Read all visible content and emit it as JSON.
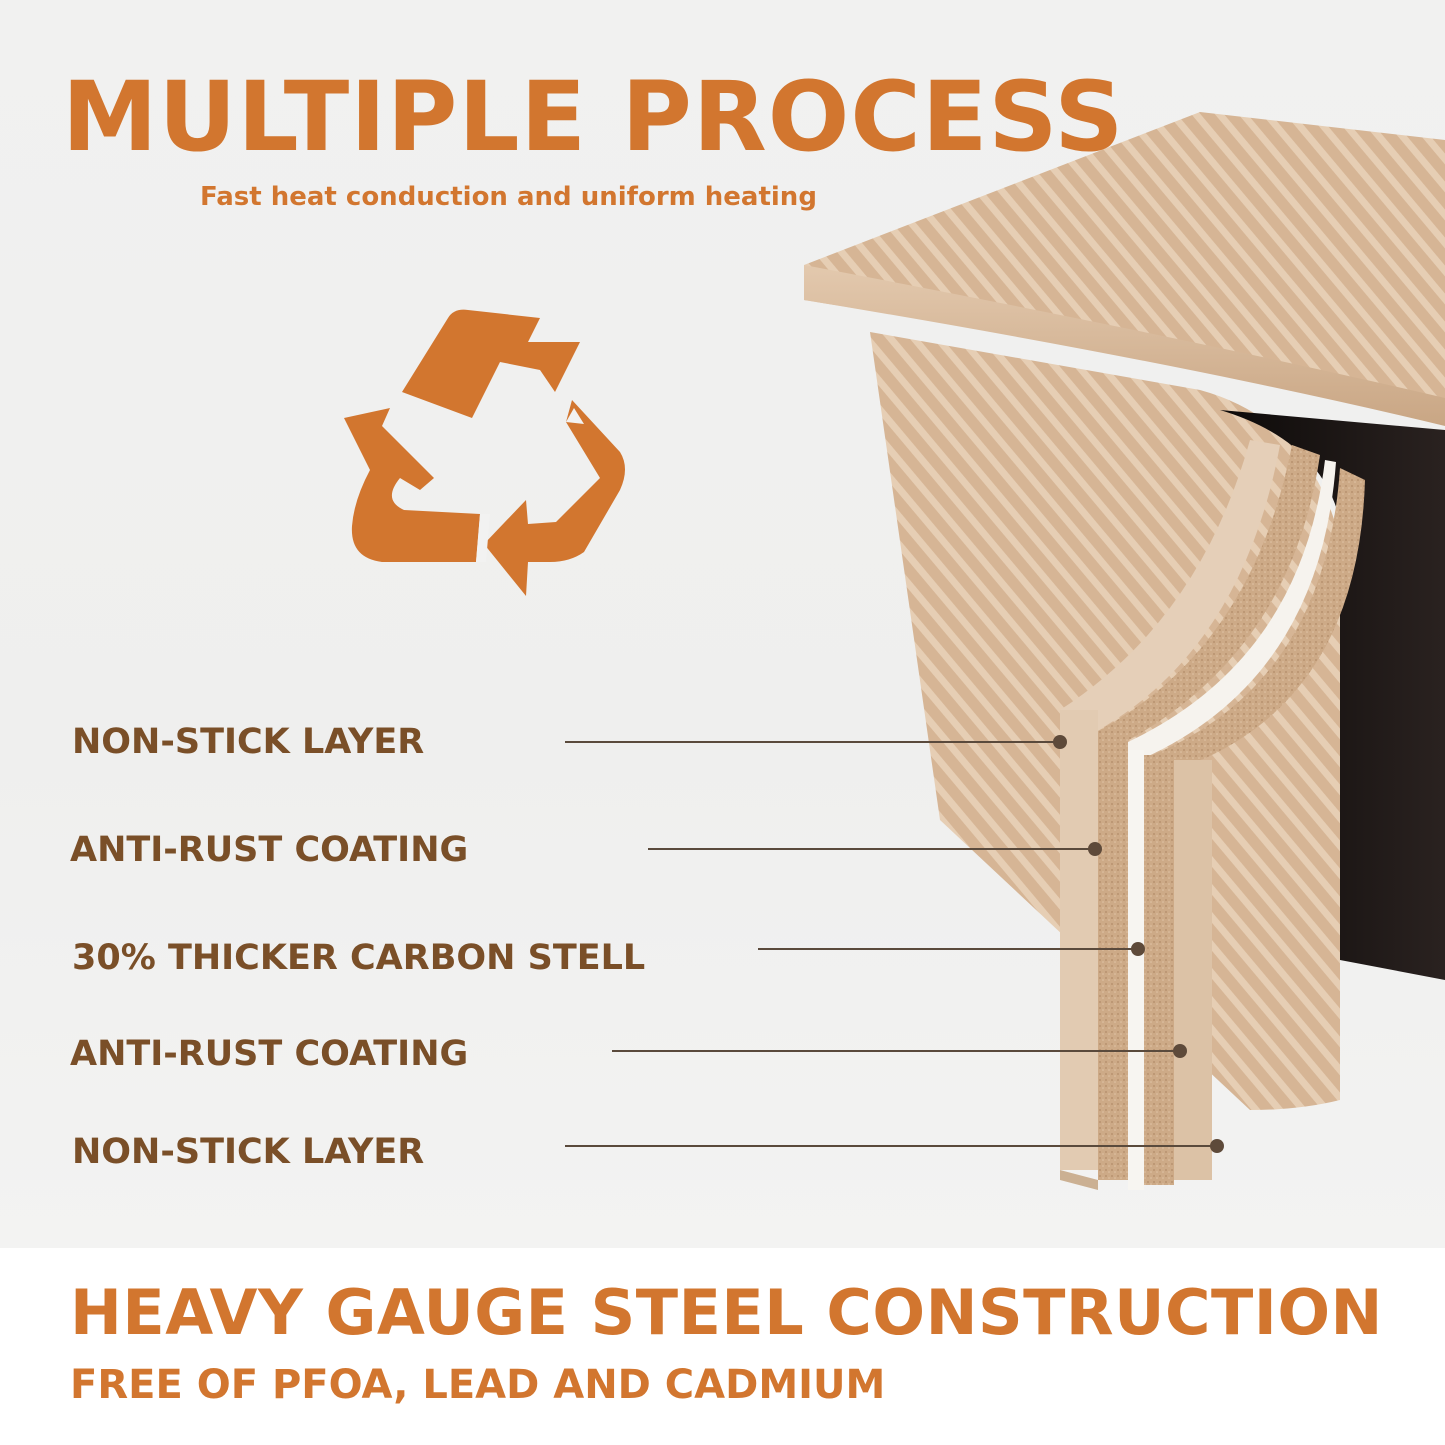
{
  "header": {
    "title": "MULTIPLE PROCESS",
    "subtitle": "Fast heat conduction and uniform heating"
  },
  "icons": {
    "recycle": "recycle-icon"
  },
  "layers": [
    {
      "label": "NON-STICK LAYER"
    },
    {
      "label": "ANTI-RUST COATING"
    },
    {
      "label": "30% THICKER CARBON STELL"
    },
    {
      "label": "ANTI-RUST COATING"
    },
    {
      "label": "NON-STICK LAYER"
    }
  ],
  "footer": {
    "heading": "HEAVY GAUGE STEEL CONSTRUCTION",
    "subheading": "FREE OF PFOA, LEAD AND CADMIUM"
  },
  "colors": {
    "accent": "#d2762f",
    "label": "#7a4f28",
    "pan": "#d9b999",
    "pan_dark": "#1a1412",
    "background": "#f2f2f1"
  }
}
